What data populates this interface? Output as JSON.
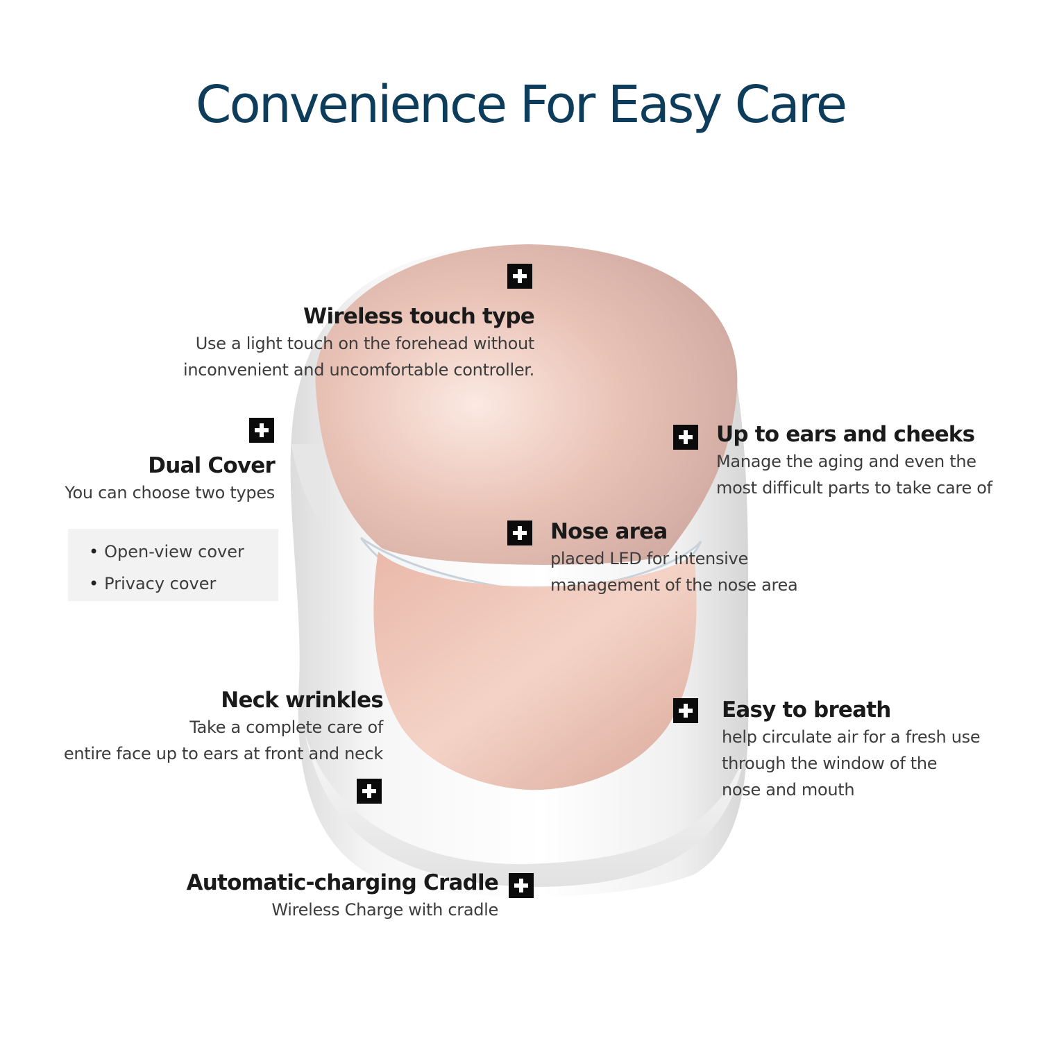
{
  "title": "Convenience For Easy Care",
  "features": {
    "wireless_touch": {
      "heading": "Wireless touch type",
      "line1": "Use a light touch on the forehead without",
      "line2": "inconvenient and uncomfortable controller."
    },
    "dual_cover": {
      "heading": "Dual Cover",
      "line1": "You can choose two types",
      "options": [
        "Open-view cover",
        "Privacy cover"
      ]
    },
    "ears_cheeks": {
      "heading": "Up to ears and cheeks",
      "line1": "Manage the aging and even the",
      "line2": "most difficult parts to take care of"
    },
    "nose_area": {
      "heading": "Nose area",
      "line1": "placed LED for intensive",
      "line2": "management of the nose area"
    },
    "neck_wrinkles": {
      "heading": "Neck wrinkles",
      "line1": "Take a complete care of",
      "line2": "entire face up to ears at front and neck"
    },
    "easy_breath": {
      "heading": "Easy to breath",
      "line1": "help circulate air for a fresh use",
      "line2": "through the window of the",
      "line3": "nose and mouth"
    },
    "cradle": {
      "heading": "Automatic-charging Cradle",
      "line1": "Wireless Charge with cradle"
    }
  },
  "colors": {
    "title": "#0e3d5c",
    "mask_rose_gold": "#e3b3a6",
    "mask_white": "#f4f4f4",
    "marker": "#0b0b0b"
  },
  "icons": {
    "marker": "plus-icon"
  }
}
